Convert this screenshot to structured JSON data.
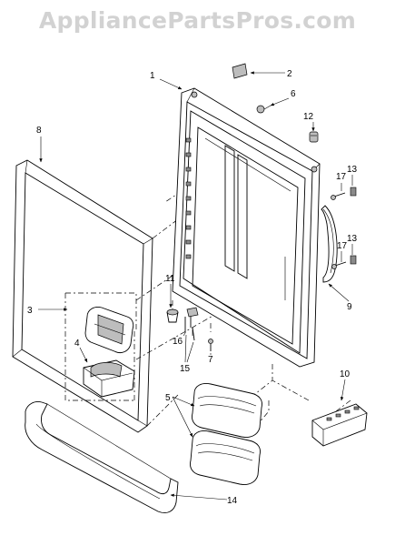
{
  "watermark": "AppliancePartsPros.com",
  "callouts": {
    "c1": "1",
    "c2": "2",
    "c3": "3",
    "c4": "4",
    "c5": "5",
    "c6": "6",
    "c7": "7",
    "c8": "8",
    "c9": "9",
    "c10": "10",
    "c11": "11",
    "c12": "12",
    "c13a": "13",
    "c13b": "13",
    "c14": "14",
    "c15": "15",
    "c16": "16",
    "c17a": "17",
    "c17b": "17"
  }
}
